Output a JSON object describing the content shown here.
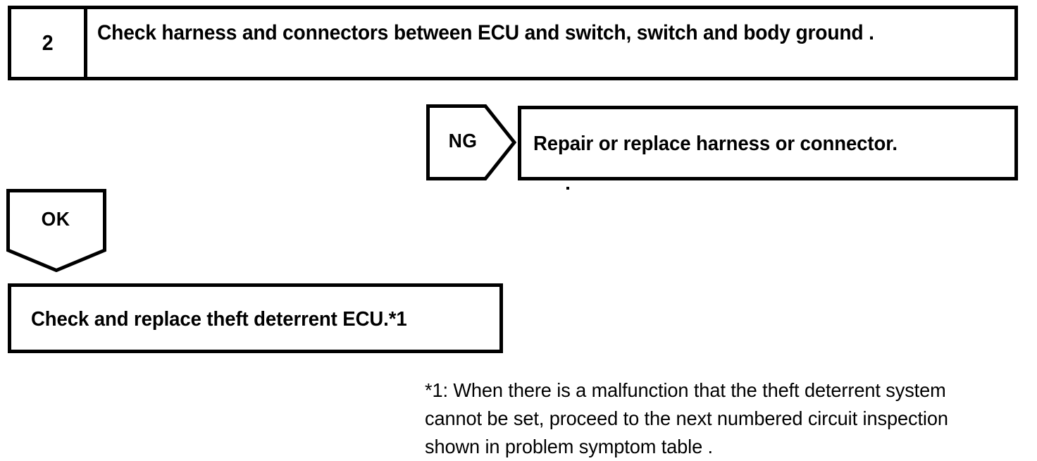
{
  "document": {
    "type": "troubleshooting-flowchart",
    "ink_color": "#000000",
    "background_color": "#ffffff"
  },
  "step": {
    "number": "2",
    "instruction": "Check harness and connectors between ECU and switch, switch and body ground ."
  },
  "branches": {
    "ng": {
      "label": "NG",
      "shape": "pentagon-arrow-right",
      "result": "Repair or replace harness or connector."
    },
    "ok": {
      "label": "OK",
      "shape": "pentagon-arrow-down",
      "result": "Check and replace theft deterrent ECU.*1"
    }
  },
  "footnote": {
    "marker": "*1",
    "lines": [
      "*1: When there is a malfunction that the theft deterrent system",
      "cannot be set, proceed to the next numbered circuit inspection",
      "shown in problem symptom table ."
    ]
  }
}
